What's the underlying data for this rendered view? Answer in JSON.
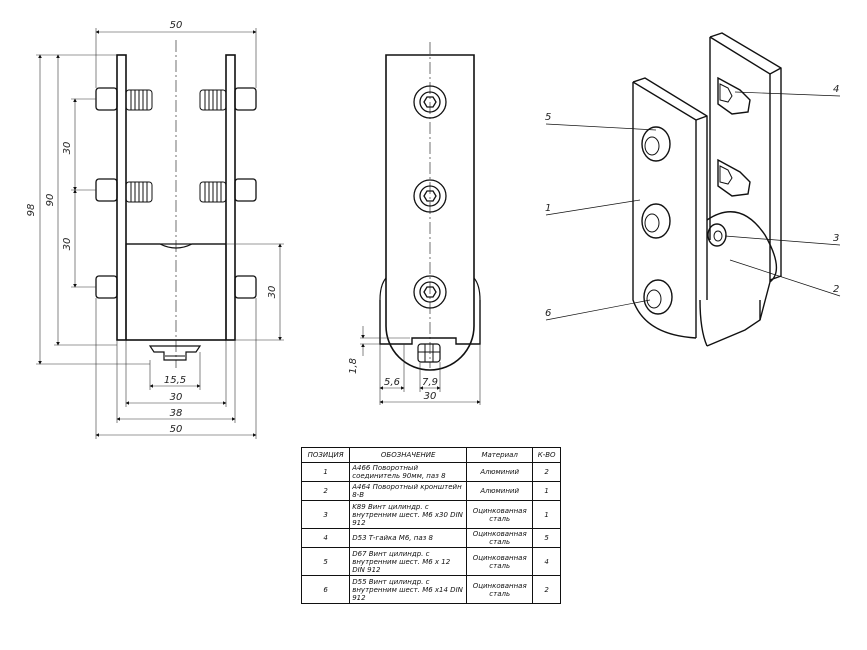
{
  "front_view": {
    "dims": {
      "top_overall": "50",
      "left_overall": "98",
      "left_span": "90",
      "upper_pitch": "30",
      "lower_pitch": "30",
      "right_height": "30",
      "slot_width": "15,5",
      "inner_width": "30",
      "mid_width": "38",
      "bottom_overall": "50"
    }
  },
  "side_view": {
    "dims": {
      "nut_height": "1,8",
      "offset": "5,6",
      "slot": "7,9",
      "width": "30"
    }
  },
  "iso_view": {
    "balloons": [
      "5",
      "1",
      "6",
      "4",
      "3",
      "2"
    ]
  },
  "bom": {
    "headers": [
      "ПОЗИЦИЯ",
      "ОБОЗНАЧЕНИЕ",
      "Материал",
      "К-ВО"
    ],
    "rows": [
      {
        "pos": "1",
        "designation": "А466 Поворотный соединитель 90мм, паз 8",
        "material": "Алюминий",
        "qty": "2"
      },
      {
        "pos": "2",
        "designation": "А464 Поворотный кронштейн 8-В",
        "material": "Алюминий",
        "qty": "1"
      },
      {
        "pos": "3",
        "designation": "K89 Винт цилиндр. с внутренним шест. М6 х30 DIN 912",
        "material": "Оцинкованная сталь",
        "qty": "1"
      },
      {
        "pos": "4",
        "designation": "D53 Т-гайка М6, паз 8",
        "material": "Оцинкованная сталь",
        "qty": "5"
      },
      {
        "pos": "5",
        "designation": "D67 Винт цилиндр. с внутренним шест. М6 х 12 DIN 912",
        "material": "Оцинкованная сталь",
        "qty": "4"
      },
      {
        "pos": "6",
        "designation": "D55 Винт цилиндр. с внутренним шест. М6 х14 DIN 912",
        "material": "Оцинкованная сталь",
        "qty": "2"
      }
    ]
  }
}
